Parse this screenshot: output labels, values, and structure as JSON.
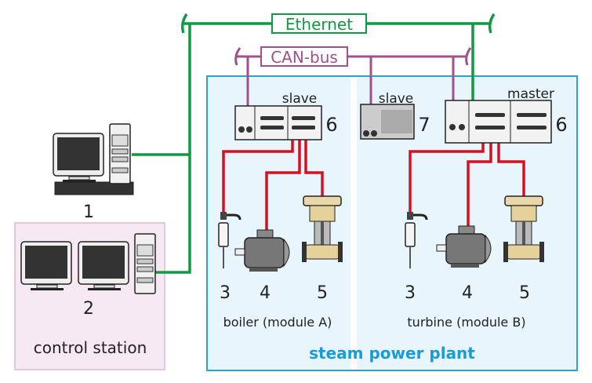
{
  "buses": {
    "ethernet": "Ethernet",
    "can": "CAN-bus"
  },
  "labels": {
    "pc": "1",
    "station_pc": "2",
    "control_station": "control station",
    "plant": "steam power plant",
    "module_a": "boiler (module A)",
    "module_b": "turbine (module B)",
    "slave_a": "slave",
    "slave_7": "slave",
    "master": "master",
    "num_6a": "6",
    "num_7": "7",
    "num_6b": "6",
    "a3": "3",
    "a4": "4",
    "a5": "5",
    "b3": "3",
    "b4": "4",
    "b5": "5"
  },
  "colors": {
    "ethernet": "#119944",
    "can": "#a0508c",
    "signal": "#d8101e",
    "plant_border": "#2ba3cf",
    "plant_fill": "#e8f5fc",
    "plant_text": "#1a9bd7",
    "station_fill": "#f6e9f4",
    "station_border": "#dbb9d7"
  }
}
